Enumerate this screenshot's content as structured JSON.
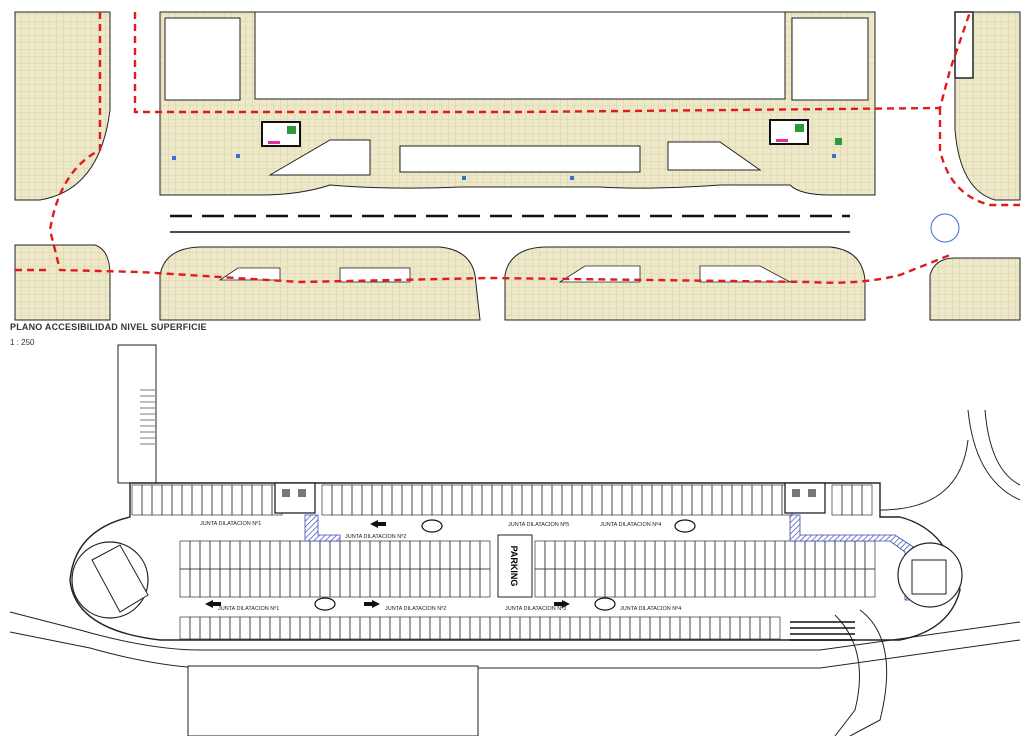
{
  "plan_title": "PLANO ACCESIBILIDAD NIVEL SUPERFICIE",
  "plan_scale": "1 : 250",
  "labels": {
    "parking_word": "PARKING",
    "junta_1": "JUNTA DILATACION Nº1",
    "junta_2": "JUNTA DILATACION Nº2",
    "junta_3": "JUNTA DILATACION Nº3",
    "junta_4": "JUNTA DILATACION Nº4",
    "junta_5": "JUNTA DILATACION Nº5"
  },
  "colors": {
    "paving": "#ece8c8",
    "paving_grid": "#c9c298",
    "accessible_route": "#e11b1b",
    "accessible_path_hatch": "#3a49b8",
    "linework": "#222222"
  }
}
